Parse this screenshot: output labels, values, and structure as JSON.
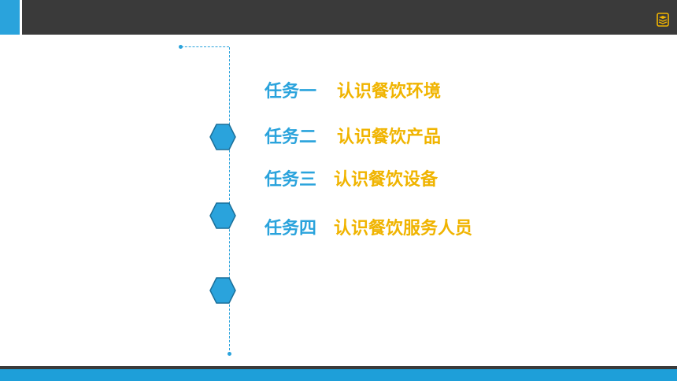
{
  "header": {
    "logo_icon": "layers-icon",
    "accent_color": "#2aa3dc",
    "bar_color": "#3a3a3a"
  },
  "tasks": [
    {
      "number": "任务一",
      "name": "认识餐饮环境"
    },
    {
      "number": "任务二",
      "name": "认识餐饮产品"
    },
    {
      "number": "任务三",
      "name": "认识餐饮设备"
    },
    {
      "number": "任务四",
      "name": "认识餐饮服务人员"
    }
  ],
  "colors": {
    "task_number": "#2aa3dc",
    "task_name": "#f0b400",
    "hexagon": "#2aa3dc"
  }
}
